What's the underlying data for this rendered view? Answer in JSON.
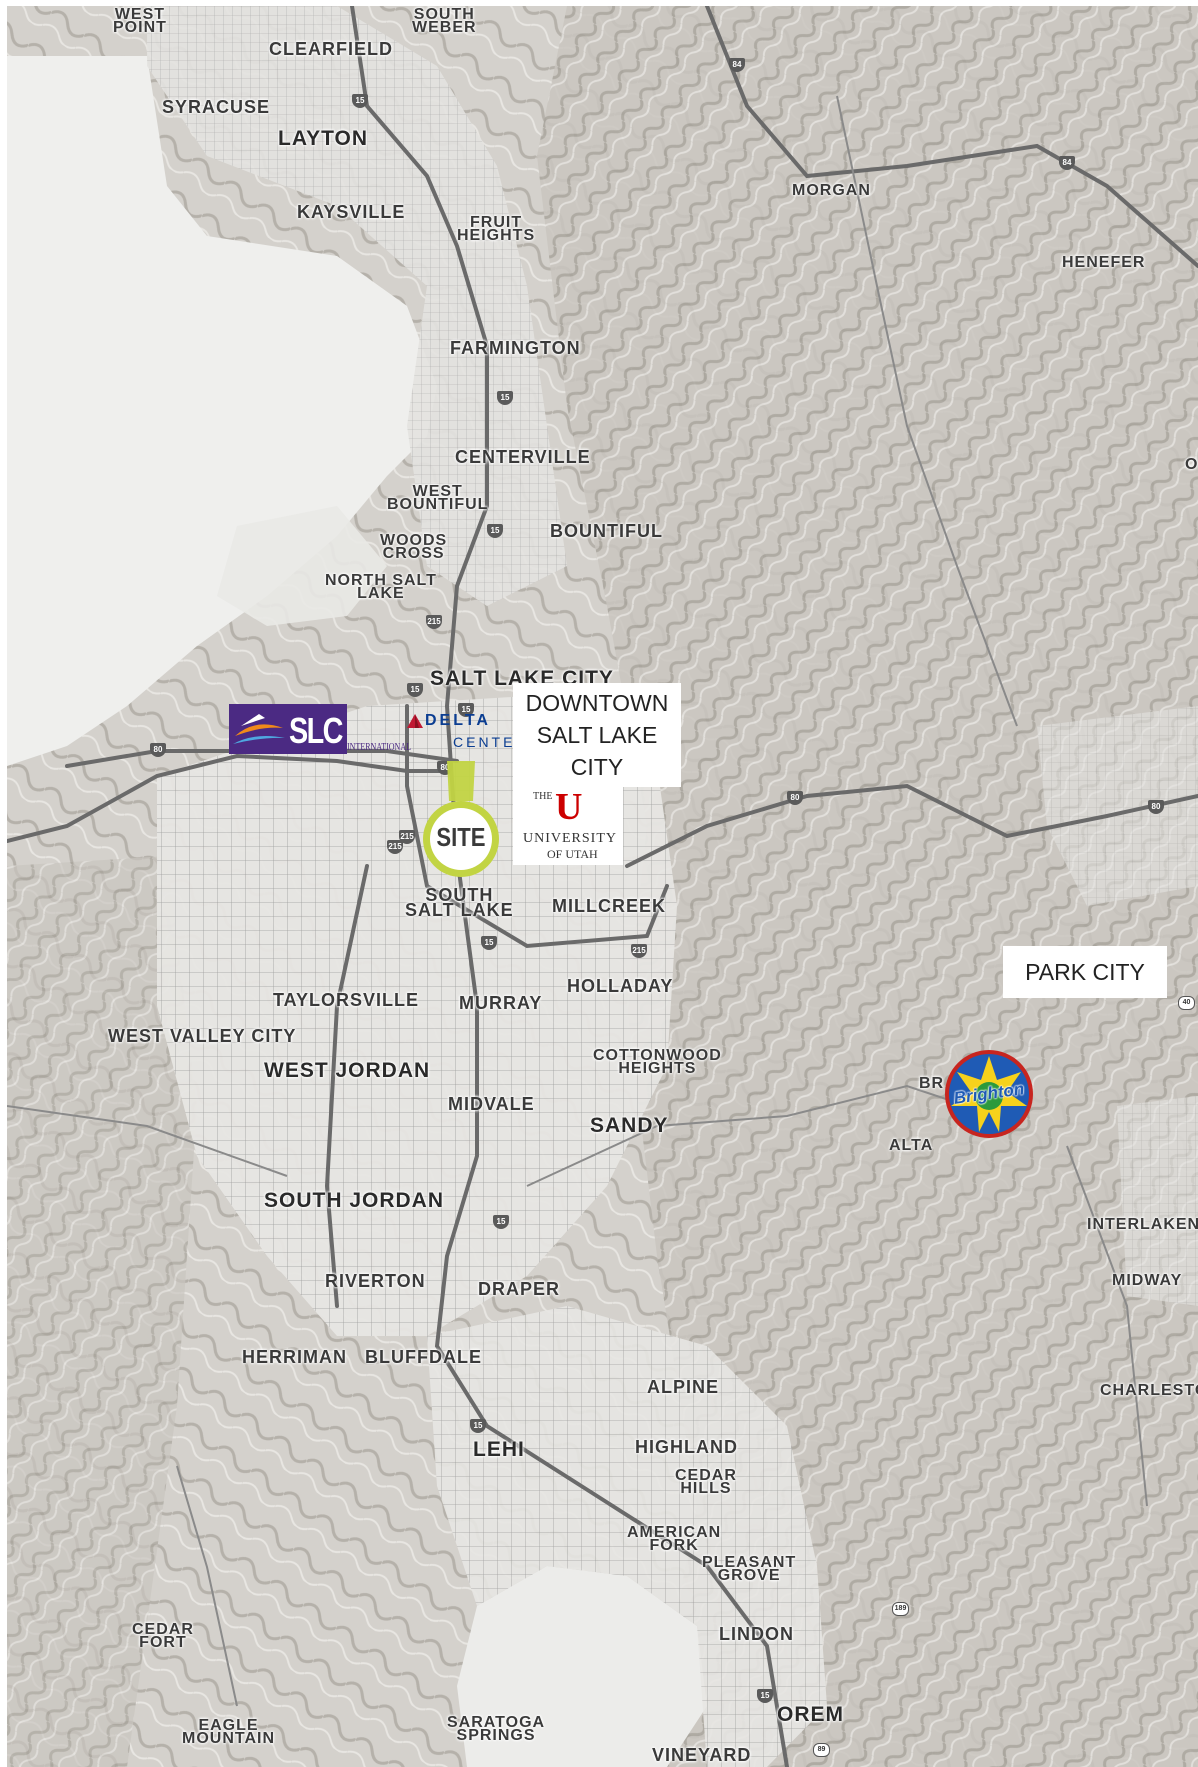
{
  "map": {
    "colors": {
      "terrain": "#cfccc7",
      "lake": "#eeeeec",
      "urban_grid": "#7d7d7d",
      "roads": "#6a6a6a",
      "site_pin": "#c2d443",
      "slc_brand": "#4b2a83",
      "delta_red": "#c01933",
      "delta_blue": "#0b3d91",
      "utah_red": "#cc0000",
      "brighton_blue": "#1f5bb5"
    },
    "cities": [
      {
        "id": "west-point",
        "label": "WEST\nPOINT",
        "size": "sm"
      },
      {
        "id": "south-weber",
        "label": "SOUTH\nWEBER",
        "size": "sm"
      },
      {
        "id": "clearfield",
        "label": "CLEARFIELD",
        "size": "md"
      },
      {
        "id": "syracuse",
        "label": "SYRACUSE",
        "size": "md"
      },
      {
        "id": "layton",
        "label": "LAYTON",
        "size": "lg"
      },
      {
        "id": "morgan",
        "label": "MORGAN",
        "size": "sm"
      },
      {
        "id": "kaysville",
        "label": "KAYSVILLE",
        "size": "md"
      },
      {
        "id": "fruit-heights",
        "label": "FRUIT\nHEIGHTS",
        "size": "sm"
      },
      {
        "id": "henefer",
        "label": "HENEFER",
        "size": "sm"
      },
      {
        "id": "farmington",
        "label": "FARMINGTON",
        "size": "md"
      },
      {
        "id": "centerville",
        "label": "CENTERVILLE",
        "size": "md"
      },
      {
        "id": "west-bountiful",
        "label": "WEST\nBOUNTIFUL",
        "size": "sm"
      },
      {
        "id": "bountiful",
        "label": "BOUNTIFUL",
        "size": "md"
      },
      {
        "id": "woods-cross",
        "label": "WOODS\nCROSS",
        "size": "sm"
      },
      {
        "id": "north-salt-lake",
        "label": "NORTH SALT\nLAKE",
        "size": "sm"
      },
      {
        "id": "salt-lake-city",
        "label": "SALT LAKE CITY",
        "size": "lg"
      },
      {
        "id": "south-salt-lake",
        "label": "SOUTH\nSALT LAKE",
        "size": "md"
      },
      {
        "id": "millcreek",
        "label": "MILLCREEK",
        "size": "md"
      },
      {
        "id": "holladay",
        "label": "HOLLADAY",
        "size": "md"
      },
      {
        "id": "taylorsville",
        "label": "TAYLORSVILLE",
        "size": "md"
      },
      {
        "id": "murray",
        "label": "MURRAY",
        "size": "md"
      },
      {
        "id": "west-valley-city",
        "label": "WEST VALLEY CITY",
        "size": "md"
      },
      {
        "id": "west-jordan",
        "label": "WEST JORDAN",
        "size": "lg"
      },
      {
        "id": "cottonwood-heights",
        "label": "COTTONWOOD\nHEIGHTS",
        "size": "sm"
      },
      {
        "id": "midvale",
        "label": "MIDVALE",
        "size": "md"
      },
      {
        "id": "sandy",
        "label": "SANDY",
        "size": "lg"
      },
      {
        "id": "alta",
        "label": "ALTA",
        "size": "sm"
      },
      {
        "id": "south-jordan",
        "label": "SOUTH JORDAN",
        "size": "lg"
      },
      {
        "id": "interlaken",
        "label": "INTERLAKEN",
        "size": "sm"
      },
      {
        "id": "riverton",
        "label": "RIVERTON",
        "size": "md"
      },
      {
        "id": "draper",
        "label": "DRAPER",
        "size": "md"
      },
      {
        "id": "midway",
        "label": "MIDWAY",
        "size": "sm"
      },
      {
        "id": "herriman",
        "label": "HERRIMAN",
        "size": "md"
      },
      {
        "id": "bluffdale",
        "label": "BLUFFDALE",
        "size": "md"
      },
      {
        "id": "alpine",
        "label": "ALPINE",
        "size": "md"
      },
      {
        "id": "charleston",
        "label": "CHARLESTON",
        "size": "sm"
      },
      {
        "id": "lehi",
        "label": "LEHI",
        "size": "lg"
      },
      {
        "id": "highland",
        "label": "HIGHLAND",
        "size": "md"
      },
      {
        "id": "cedar-hills",
        "label": "CEDAR\nHILLS",
        "size": "sm"
      },
      {
        "id": "american-fork",
        "label": "AMERICAN\nFORK",
        "size": "sm"
      },
      {
        "id": "pleasant-grove",
        "label": "PLEASANT\nGROVE",
        "size": "sm"
      },
      {
        "id": "cedar-fort",
        "label": "CEDAR\nFORT",
        "size": "sm"
      },
      {
        "id": "lindon",
        "label": "LINDON",
        "size": "md"
      },
      {
        "id": "eagle-mountain",
        "label": "EAGLE\nMOUNTAIN",
        "size": "sm"
      },
      {
        "id": "saratoga-springs",
        "label": "SARATOGA\nSPRINGS",
        "size": "sm"
      },
      {
        "id": "orem",
        "label": "OREM",
        "size": "lg"
      },
      {
        "id": "vineyard",
        "label": "VINEYARD",
        "size": "md"
      }
    ],
    "callouts": {
      "downtown": "DOWNTOWN\nSALT LAKE\nCITY",
      "park_city": "PARK CITY"
    },
    "site_marker": "SITE",
    "logos": {
      "slc_airport": {
        "mark": "SLC",
        "sub": "INTERNATIONAL"
      },
      "delta_center": {
        "top": "DELTA",
        "bottom": "CENTER"
      },
      "university_of_utah": {
        "mark": "U",
        "line1": "THE",
        "line2": "UNIVERSITY",
        "line3": "OF UTAH"
      },
      "brighton": {
        "mark": "Brighton",
        "peek": "BR"
      }
    },
    "highway_shields": [
      {
        "label": "84",
        "kind": "interstate"
      },
      {
        "label": "84",
        "kind": "interstate"
      },
      {
        "label": "15",
        "kind": "interstate"
      },
      {
        "label": "15",
        "kind": "interstate"
      },
      {
        "label": "15",
        "kind": "interstate"
      },
      {
        "label": "15",
        "kind": "interstate"
      },
      {
        "label": "215",
        "kind": "interstate"
      },
      {
        "label": "15",
        "kind": "interstate"
      },
      {
        "label": "215",
        "kind": "interstate"
      },
      {
        "label": "80",
        "kind": "interstate"
      },
      {
        "label": "80",
        "kind": "interstate"
      },
      {
        "label": "80",
        "kind": "interstate"
      },
      {
        "label": "80",
        "kind": "interstate"
      },
      {
        "label": "215",
        "kind": "interstate"
      },
      {
        "label": "15",
        "kind": "interstate"
      },
      {
        "label": "215",
        "kind": "interstate"
      },
      {
        "label": "15",
        "kind": "interstate"
      },
      {
        "label": "15",
        "kind": "interstate"
      },
      {
        "label": "15",
        "kind": "interstate"
      },
      {
        "label": "189",
        "kind": "us"
      },
      {
        "label": "89",
        "kind": "us"
      },
      {
        "label": "40",
        "kind": "us"
      }
    ],
    "peek_labels": [
      {
        "id": "edge-o",
        "label": "O"
      }
    ]
  }
}
